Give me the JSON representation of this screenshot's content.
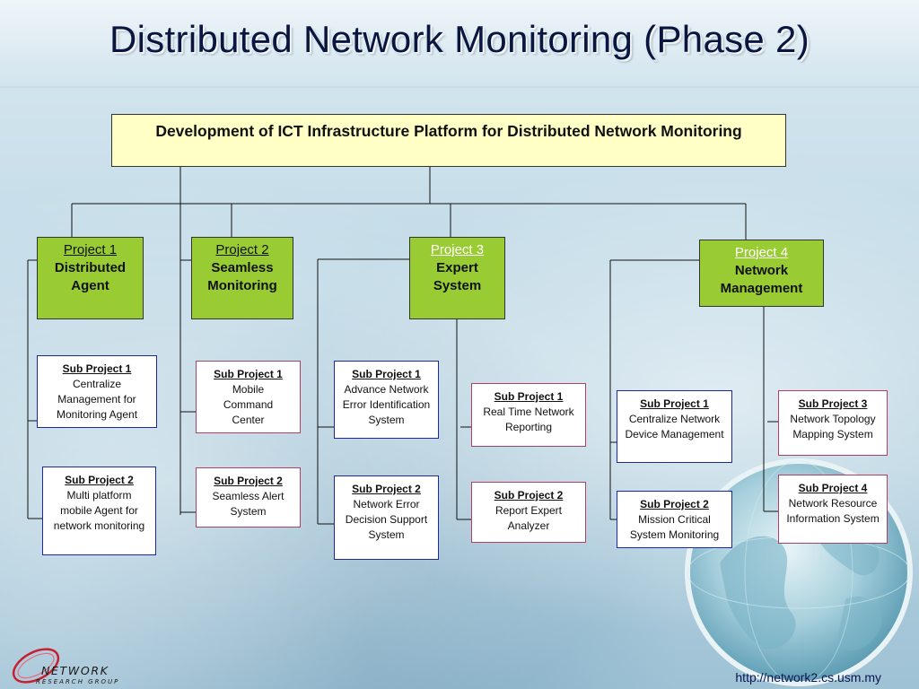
{
  "slide": {
    "title": "Distributed Network Monitoring (Phase 2)",
    "url": "http://network2.cs.usm.my"
  },
  "logo": {
    "name": "NETWORK",
    "subtitle": "RESEARCH GROUP"
  },
  "root": {
    "label": "Development of ICT Infrastructure Platform for Distributed Network Monitoring"
  },
  "projects": [
    {
      "title": "Project 1",
      "name": "Distributed Agent",
      "subprojects": [
        {
          "title": "Sub Project 1",
          "name": "Centralize Management for Monitoring Agent"
        },
        {
          "title": "Sub Project 2",
          "name": "Multi platform mobile Agent for network monitoring"
        }
      ]
    },
    {
      "title": "Project 2",
      "name": "Seamless Monitoring",
      "subprojects": [
        {
          "title": "Sub Project 1",
          "name": "Mobile Command Center"
        },
        {
          "title": "Sub Project 2",
          "name": "Seamless Alert System"
        }
      ]
    },
    {
      "title": "Project 3",
      "name": "Expert System",
      "subprojects": [
        {
          "title": "Sub Project 1",
          "name": "Advance Network Error Identification System"
        },
        {
          "title": "Sub Project 2",
          "name": "Network Error Decision Support System"
        },
        {
          "title": "Sub Project 1",
          "name": "Real Time Network Reporting"
        },
        {
          "title": "Sub Project 2",
          "name": "Report Expert Analyzer"
        }
      ]
    },
    {
      "title": "Project 4",
      "name": "Network Management",
      "subprojects": [
        {
          "title": "Sub Project 1",
          "name": "Centralize Network Device Management"
        },
        {
          "title": "Sub Project 2",
          "name": "Mission Critical System Monitoring"
        },
        {
          "title": "Sub Project 3",
          "name": "Network Topology Mapping System"
        },
        {
          "title": "Sub Project 4",
          "name": "Network Resource Information System"
        }
      ]
    }
  ],
  "colors": {
    "title": "#0b1640",
    "root_fill": "#ffffc6",
    "project_fill": "#99cc33",
    "subproject_border_blue": "#1c2a96",
    "subproject_border_pink": "#a8426a"
  }
}
